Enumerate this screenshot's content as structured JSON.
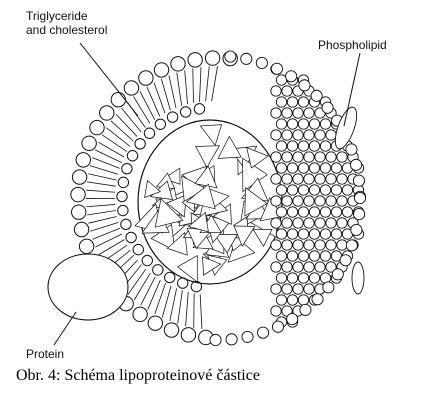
{
  "labels": {
    "triglyceride_line1": "Triglyceride",
    "triglyceride_line2": "and cholesterol",
    "phospholipid": "Phospholipid",
    "protein": "Protein"
  },
  "caption": "Obr. 4: Schéma lipoproteinové částice",
  "colors": {
    "ink": "#111111",
    "paper": "#ffffff"
  }
}
